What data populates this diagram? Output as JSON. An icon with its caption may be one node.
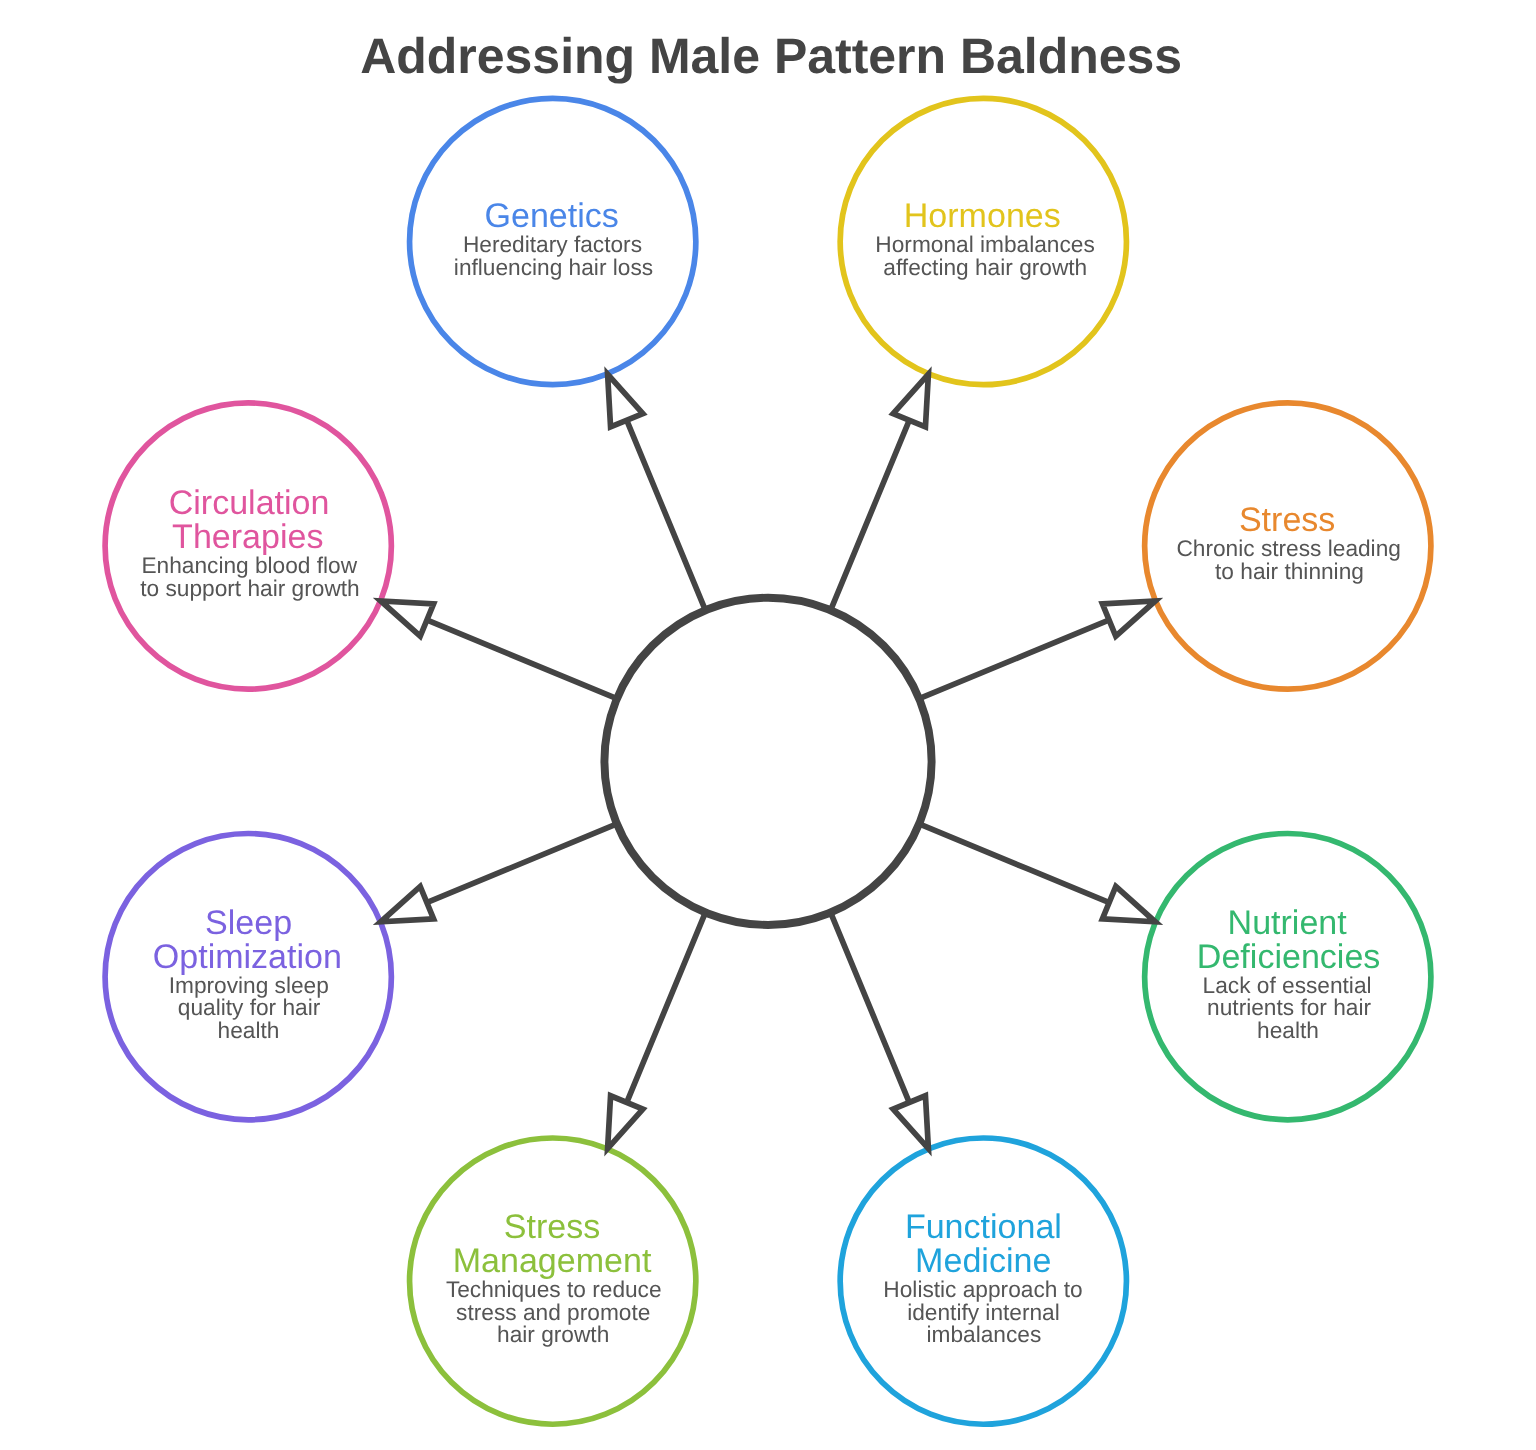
{
  "diagram": {
    "title": "Addressing Male Pattern Baldness",
    "nodes": [
      {
        "text": [],
        "shape": "circle"
      },
      {
        "text": [
          "Stress",
          "Chronic stress leading to hair thinning"
        ]
      },
      {
        "text": [
          "Hormones",
          "Hormonal imbalances affecting hair growth"
        ]
      },
      {
        "text": [
          "Genetics",
          "Hereditary factors influencing hair loss"
        ]
      },
      {
        "text": [
          "Circulation Therapies",
          "Enhancing blood flow to support hair growth"
        ]
      },
      {
        "text": [
          "Sleep Optimization",
          "Improving sleep quality for hair health"
        ]
      },
      {
        "text": [
          "Stress Management",
          "Techniques to reduce stress and promote hair growth"
        ]
      },
      {
        "text": [
          "Functional Medicine",
          "Holistic approach to identify internal imbalances"
        ]
      },
      {
        "text": [
          "Nutrient Deficiencies",
          "Lack of essential nutrients for hair health"
        ]
      }
    ],
    "edges": [
      {
        "from": 0,
        "to": 1,
        "arrow": "to"
      },
      {
        "from": 0,
        "to": 2,
        "arrow": "to"
      },
      {
        "from": 0,
        "to": 3,
        "arrow": "to"
      },
      {
        "from": 0,
        "to": 4,
        "arrow": "to"
      },
      {
        "from": 0,
        "to": 5,
        "arrow": "to"
      },
      {
        "from": 0,
        "to": 6,
        "arrow": "to"
      },
      {
        "from": 0,
        "to": 7,
        "arrow": "to"
      },
      {
        "from": 0,
        "to": 8,
        "arrow": "to"
      }
    ]
  }
}
